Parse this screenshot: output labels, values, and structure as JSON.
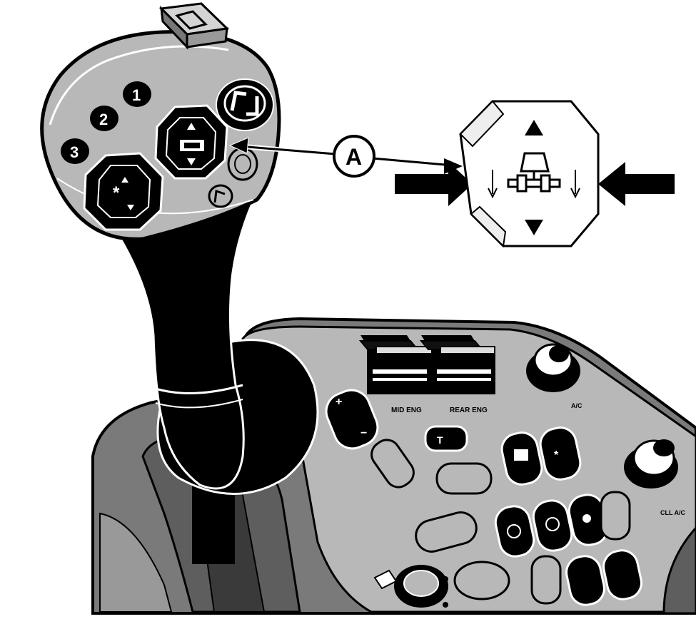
{
  "callout": {
    "letter": "A"
  },
  "joystick": {
    "buttons": {
      "b1": "1",
      "b2": "2",
      "b3": "3"
    }
  },
  "console": {
    "lever1_label": "MID ENG",
    "lever2_label": "REAR ENG",
    "knob1_label": "A/C",
    "knob2_label": "CLL A/C"
  },
  "colors": {
    "outline": "#000000",
    "panel_gray": "#b8b8b8",
    "dark_gray": "#7a7a7a",
    "light_gray": "#d4d4d4",
    "background": "#ffffff"
  }
}
